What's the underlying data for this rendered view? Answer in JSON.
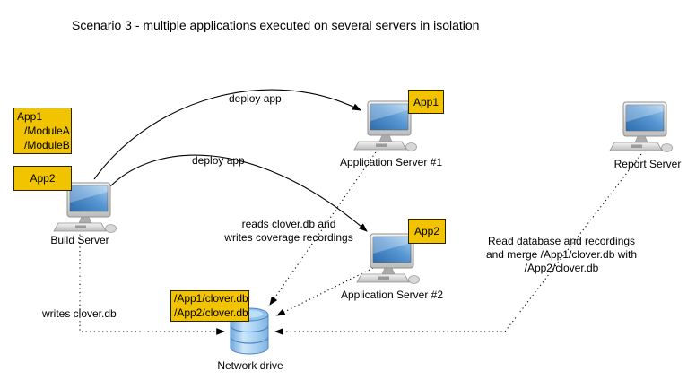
{
  "title": "Scenario 3 - multiple applications executed on several servers in isolation",
  "colors": {
    "note_fill": "#F2C400",
    "note_border": "#2b2200",
    "screen_blue": "#3E7FC1",
    "cylinder_blue": "#A9D2F3",
    "connector": "#000000"
  },
  "nodes": {
    "build_server": {
      "label": "Build Server"
    },
    "app_server_1": {
      "label": "Application Server #1"
    },
    "app_server_2": {
      "label": "Application Server #2"
    },
    "report_server": {
      "label": "Report Server"
    },
    "network_drive": {
      "label": "Network drive"
    }
  },
  "notes": {
    "build_modules": {
      "lines": [
        "App1",
        "/ModuleA",
        "/ModuleB"
      ]
    },
    "build_app2": {
      "text": "App2"
    },
    "server1_app": {
      "text": "App1"
    },
    "server2_app": {
      "text": "App2"
    },
    "drive_files": {
      "lines": [
        "/App1/clover.db",
        "/App2/clover.db"
      ]
    }
  },
  "edge_labels": {
    "deploy_to_server1": "deploy app",
    "deploy_to_server2": "deploy app",
    "writes_clover": "writes clover.db",
    "reads_writes": {
      "lines": [
        "reads clover.db and",
        "writes coverage recordings"
      ]
    },
    "read_merge": {
      "lines": [
        "Read database and recordings",
        "and merge /App1/clover.db with",
        "/App2/clover.db"
      ]
    }
  }
}
